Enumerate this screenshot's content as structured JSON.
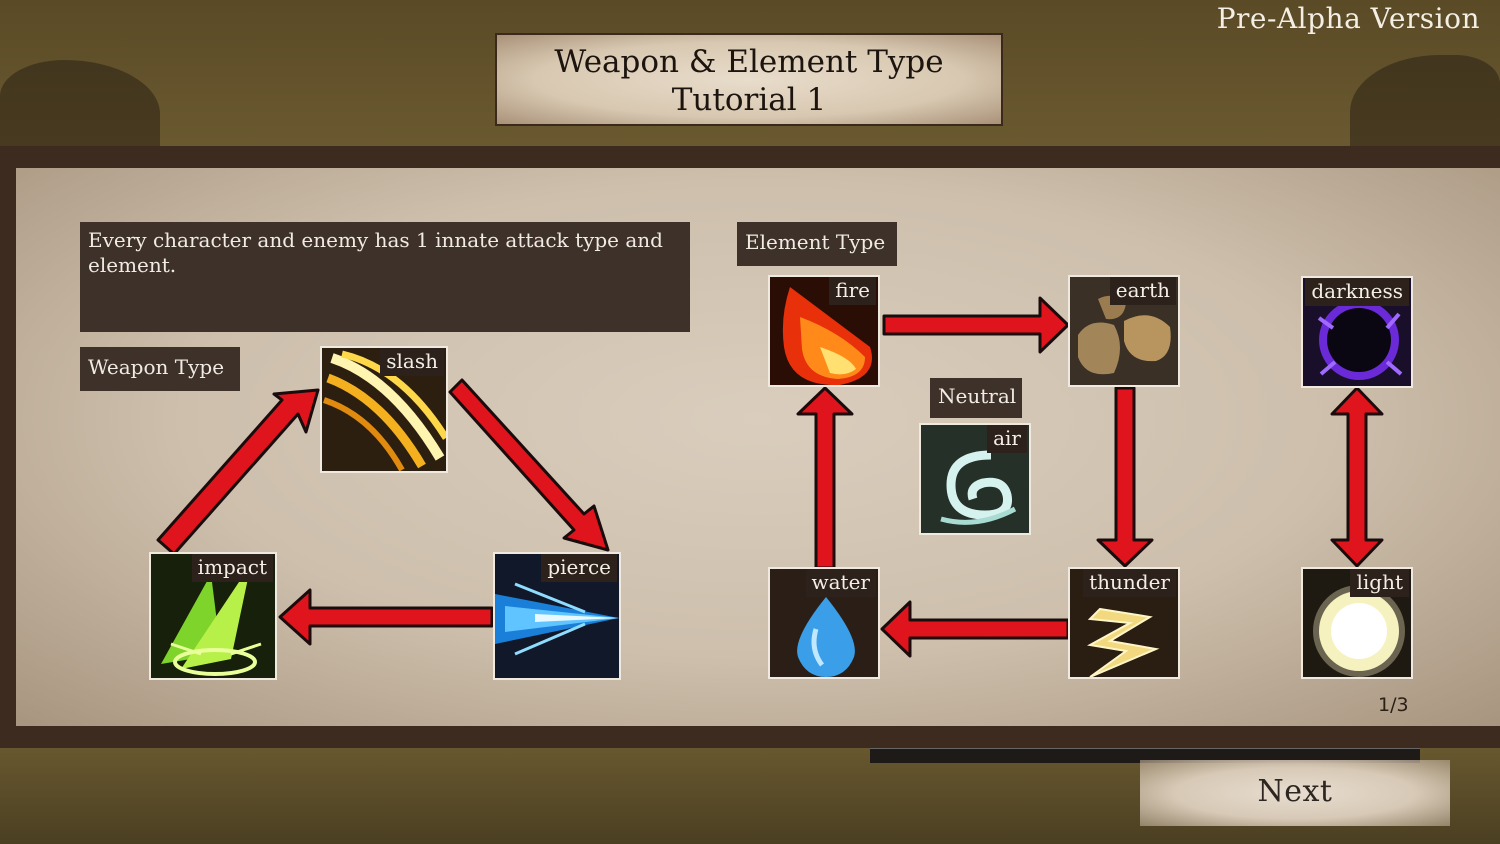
{
  "version_label": "Pre-Alpha Version",
  "title": {
    "line1": "Weapon & Element Type",
    "line2": "Tutorial 1"
  },
  "intro_text": "Every character and enemy has 1 innate attack type and element.",
  "weapon_section": {
    "label": "Weapon Type",
    "items": [
      {
        "name": "slash",
        "icon": "slash-icon"
      },
      {
        "name": "pierce",
        "icon": "pierce-icon"
      },
      {
        "name": "impact",
        "icon": "impact-icon"
      }
    ]
  },
  "element_section": {
    "label": "Element Type",
    "neutral_label": "Neutral",
    "items": [
      {
        "name": "fire",
        "icon": "fire-icon"
      },
      {
        "name": "earth",
        "icon": "earth-icon"
      },
      {
        "name": "thunder",
        "icon": "thunder-icon"
      },
      {
        "name": "water",
        "icon": "water-icon"
      },
      {
        "name": "air",
        "icon": "air-icon"
      },
      {
        "name": "darkness",
        "icon": "darkness-icon"
      },
      {
        "name": "light",
        "icon": "light-icon"
      }
    ]
  },
  "page_indicator": "1/3",
  "next_button": "Next",
  "colors": {
    "arrow": "#e0141c",
    "arrow_outline": "#1a0c0c",
    "label_bg": "#3e3129"
  }
}
